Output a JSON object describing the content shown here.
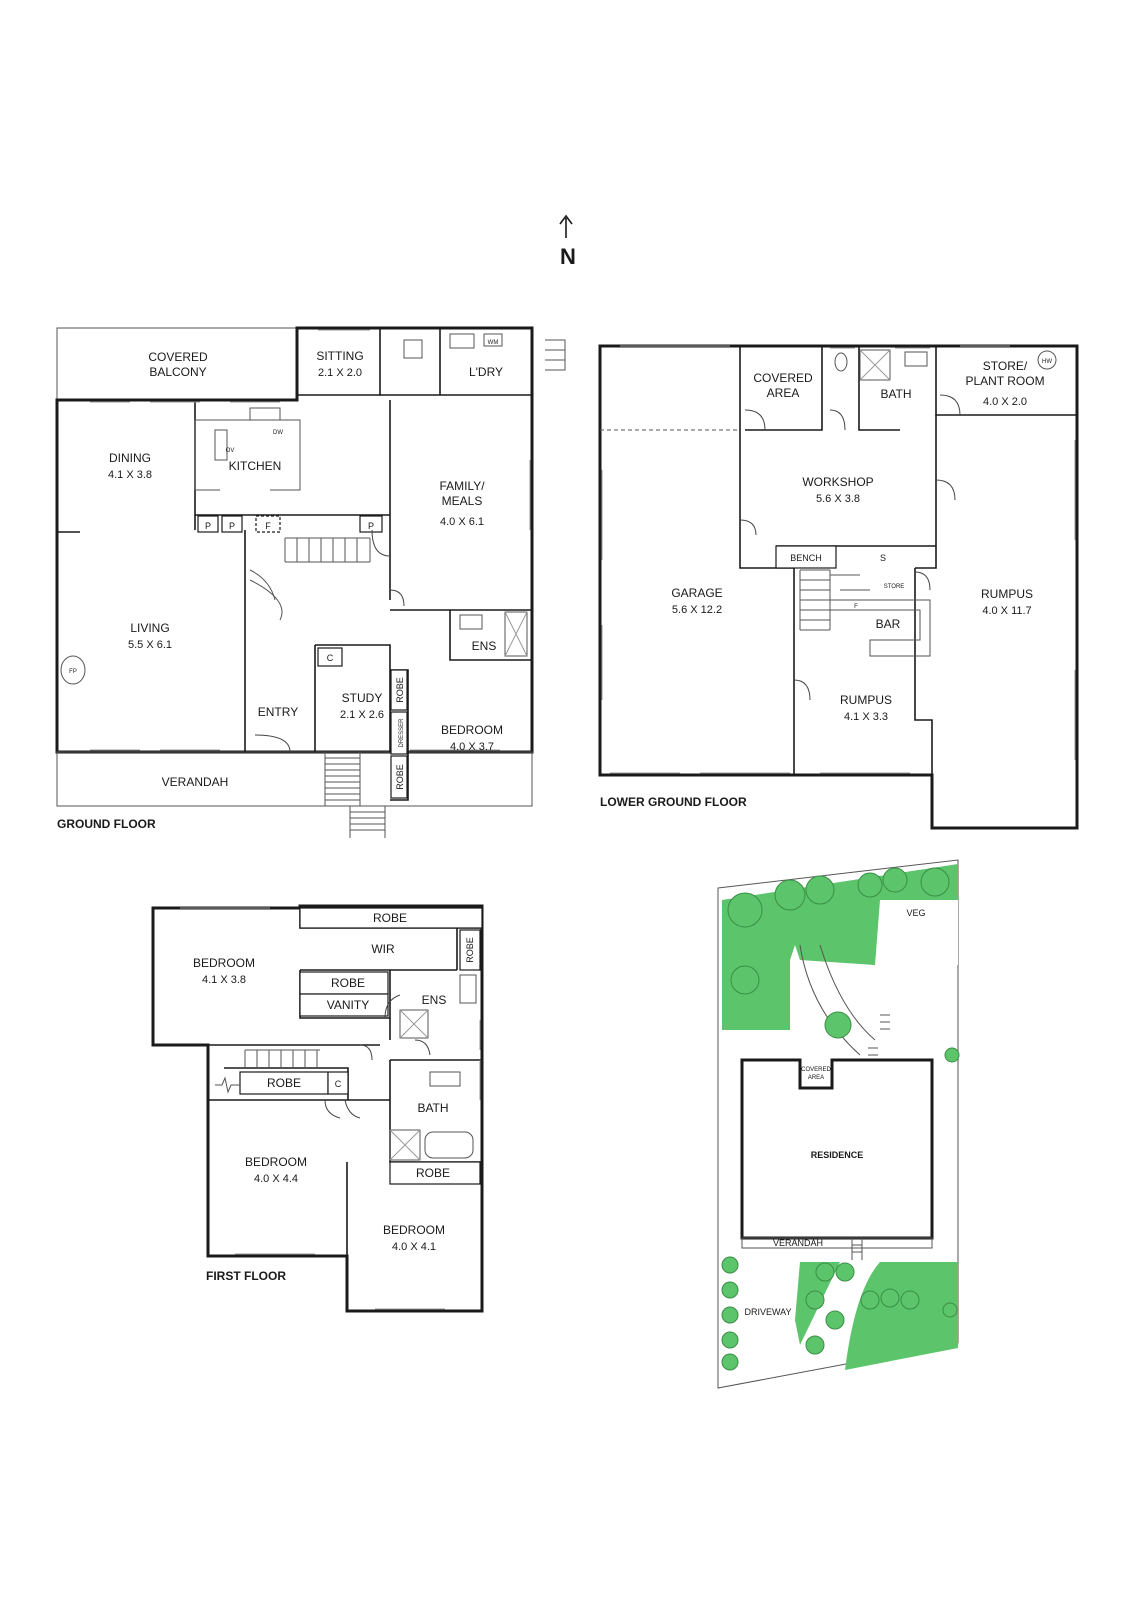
{
  "compass": {
    "label": "N"
  },
  "ground_floor": {
    "title": "GROUND FLOOR",
    "rooms": {
      "covered_balcony": "COVERED BALCONY",
      "sitting": {
        "name": "SITTING",
        "dim": "2.1 X 2.0"
      },
      "laundry": "L'DRY",
      "wm": "WM",
      "dining": {
        "name": "DINING",
        "dim": "4.1 X 3.8"
      },
      "kitchen": "KITCHEN",
      "dw": "DW",
      "ov": "OV",
      "family": {
        "name": "FAMILY/ MEALS",
        "name1": "FAMILY/",
        "name2": "MEALS",
        "dim": "4.0 X 6.1"
      },
      "pantry": "P",
      "fridge": "F",
      "living": {
        "name": "LIVING",
        "dim": "5.5 X 6.1"
      },
      "fp": "FP",
      "entry": "ENTRY",
      "cupboard": "C",
      "study": {
        "name": "STUDY",
        "dim": "2.1 X 2.6"
      },
      "robe": "ROBE",
      "dresser": "DRESSER",
      "ens": "ENS",
      "bedroom": {
        "name": "BEDROOM",
        "dim": "4.0 X 3.7"
      },
      "verandah": "VERANDAH"
    }
  },
  "lower_ground_floor": {
    "title": "LOWER GROUND FLOOR",
    "rooms": {
      "covered_area": {
        "name1": "COVERED",
        "name2": "AREA"
      },
      "bath": "BATH",
      "store_plant": {
        "name1": "STORE/",
        "name2": "PLANT ROOM",
        "dim": "4.0 X 2.0"
      },
      "hw": "HW",
      "workshop": {
        "name": "WORKSHOP",
        "dim": "5.6 X 3.8"
      },
      "bench": "BENCH",
      "sink": "S",
      "store": "STORE",
      "garage": {
        "name": "GARAGE",
        "dim": "5.6 X 12.2"
      },
      "bar": "BAR",
      "fridge": "F",
      "rumpus_big": {
        "name": "RUMPUS",
        "dim": "4.0 X 11.7"
      },
      "rumpus_small": {
        "name": "RUMPUS",
        "dim": "4.1 X 3.3"
      }
    }
  },
  "first_floor": {
    "title": "FIRST FLOOR",
    "rooms": {
      "robe": "ROBE",
      "wir": "WIR",
      "bedroom1": {
        "name": "BEDROOM",
        "dim": "4.1 X 3.8"
      },
      "vanity": "VANITY",
      "ens": "ENS",
      "cupboard": "C",
      "bath": "BATH",
      "bedroom2": {
        "name": "BEDROOM",
        "dim": "4.0 X 4.4"
      },
      "bedroom3": {
        "name": "BEDROOM",
        "dim": "4.0 X 4.1"
      }
    }
  },
  "site_plan": {
    "veg": "VEG",
    "covered_area": {
      "name1": "COVERED",
      "name2": "AREA"
    },
    "residence": "RESIDENCE",
    "verandah": "VERANDAH",
    "driveway": "DRIVEWAY"
  },
  "colors": {
    "wall": "#1a1a1a",
    "garden": "#5cc46a",
    "background": "#ffffff"
  }
}
